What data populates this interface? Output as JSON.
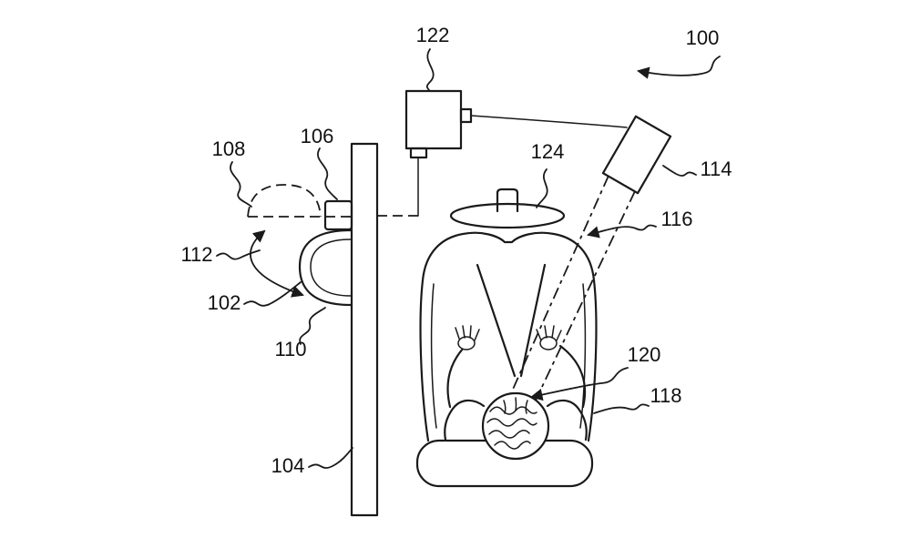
{
  "figure": {
    "kind": "patent-line-drawing",
    "background_color": "#ffffff",
    "line_color": "#1a1a1a",
    "labels": {
      "n100": "100",
      "n102": "102",
      "n104": "104",
      "n106": "106",
      "n108": "108",
      "n110": "110",
      "n112": "112",
      "n114": "114",
      "n116": "116",
      "n118": "118",
      "n120": "120",
      "n122": "122",
      "n124": "124"
    }
  }
}
